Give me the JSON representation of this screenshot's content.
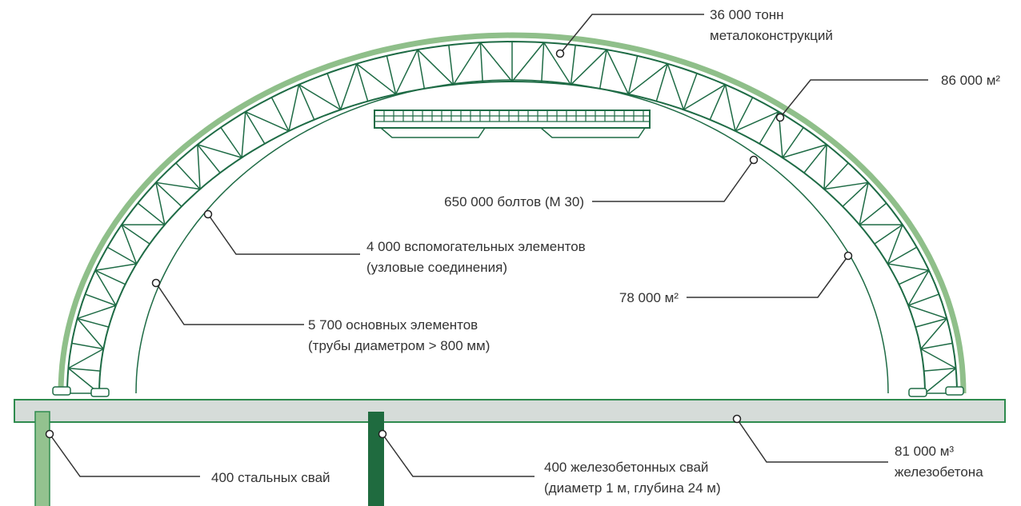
{
  "colors": {
    "truss": "#1e6b45",
    "cover": "#8fbf8a",
    "slab": "#d6dcd9",
    "steel_pile": "#93c28f",
    "concrete_pile": "#1f6b3f",
    "leader": "#333333"
  },
  "callouts": {
    "steel_mass": {
      "line1": "36 000 тонн",
      "line2": "металоконструкций"
    },
    "outer_area": {
      "line1": "86 000 м²"
    },
    "bolts": {
      "line1": "650 000 болтов (М 30)"
    },
    "aux_elements": {
      "line1": "4 000 вспомогательных элементов",
      "line2": "(узловые соединения)"
    },
    "inner_area": {
      "line1": "78 000 м²"
    },
    "main_elements": {
      "line1": "5 700 основных элементов",
      "line2": "(трубы диаметром > 800 мм)"
    },
    "concrete": {
      "line1": "81 000 м³",
      "line2": "железобетона"
    },
    "steel_piles": {
      "line1": "400 стальных свай"
    },
    "concrete_piles": {
      "line1": "400 железобетонных свай",
      "line2": "(диаметр 1 м, глубина 24 м)"
    }
  }
}
